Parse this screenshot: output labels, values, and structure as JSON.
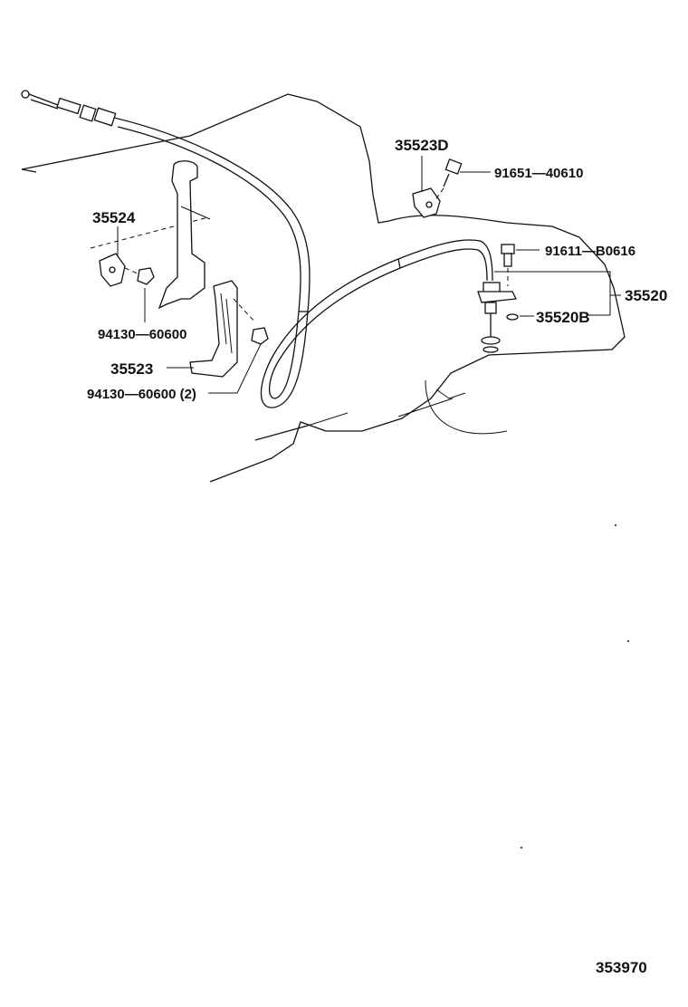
{
  "labels": {
    "p35523D": "35523D",
    "p91651_40610": "91651—40610",
    "p91611_B0616": "91611—B0616",
    "p35520": "35520",
    "p35520B": "35520B",
    "p35524": "35524",
    "p94130_60600": "94130—60600",
    "p35523": "35523",
    "p94130_60600_2": "94130—60600 (2)",
    "diagram_number": "353970"
  }
}
